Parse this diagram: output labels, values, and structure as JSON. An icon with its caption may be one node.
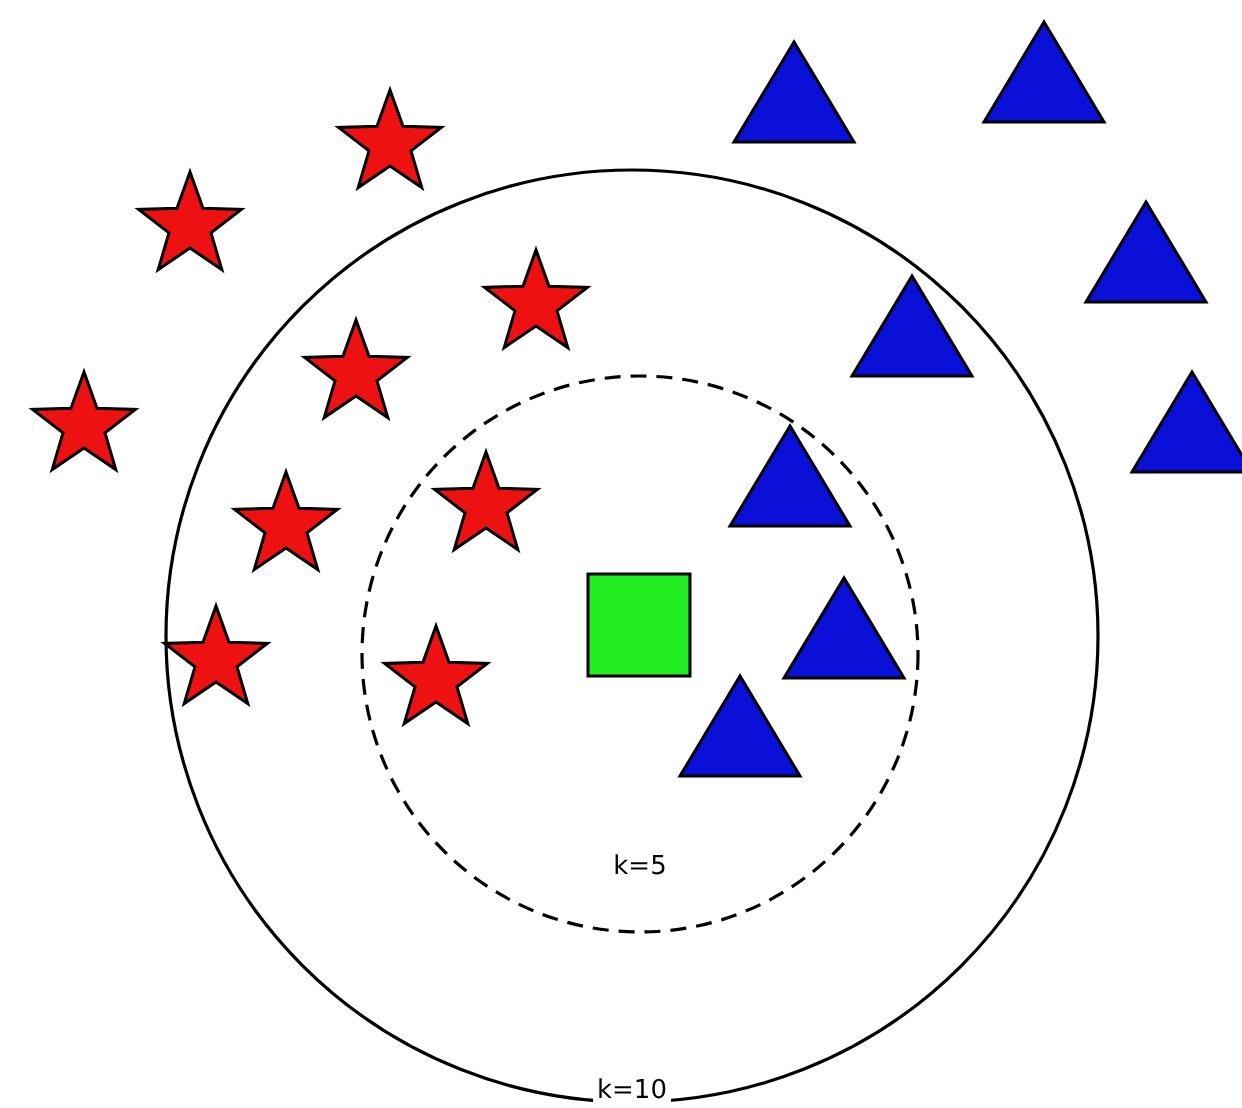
{
  "diagram": {
    "nodes": [
      {
        "text": [
          "k=10"
        ]
      },
      {
        "text": [
          "k=5"
        ],
        "in": 0
      }
    ]
  }
}
